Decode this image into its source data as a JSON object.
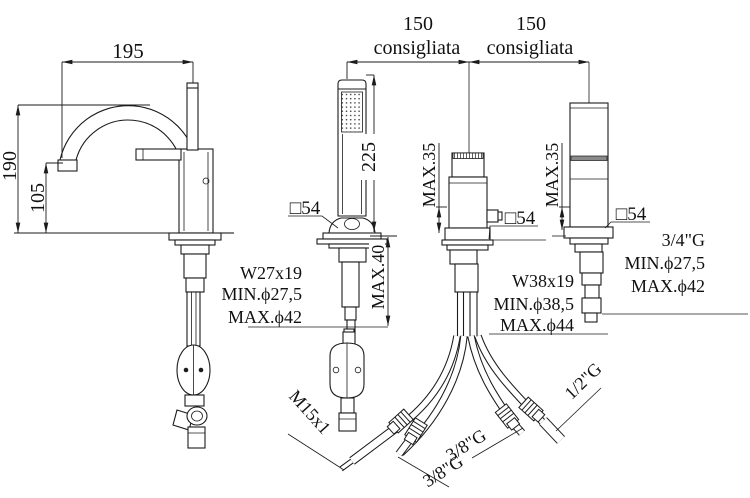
{
  "drawing": {
    "faucet": {
      "dim_width": "195",
      "dim_height": "190",
      "dim_spout_height": "105"
    },
    "spacing": {
      "left": {
        "value": "150",
        "note": "consigliata"
      },
      "right": {
        "value": "150",
        "note": "consigliata"
      }
    },
    "handshower": {
      "dim_length": "225",
      "dim_deck": "MAX.40",
      "square": "□54",
      "thread": "W27x19",
      "hole_min": "MIN.ϕ27,5",
      "hole_max": "MAX.ϕ42",
      "hose_thread": "M15x1"
    },
    "valve": {
      "dim_body": "MAX.35",
      "square": "□54",
      "thread": "W38x19",
      "hole_min": "MIN.ϕ38,5",
      "hole_max": "MAX.ϕ44",
      "hose_thread_a": "3/8\"G",
      "hose_thread_b": "3/8\"G"
    },
    "spout": {
      "dim_body": "MAX.35",
      "square": "□54",
      "thread": "3/4\"G",
      "hole_min": "MIN.ϕ27,5",
      "hole_max": "MAX.ϕ42",
      "hose_thread": "1/2\"G"
    },
    "colors": {
      "line": "#1b1b1b",
      "background": "#ffffff"
    }
  }
}
